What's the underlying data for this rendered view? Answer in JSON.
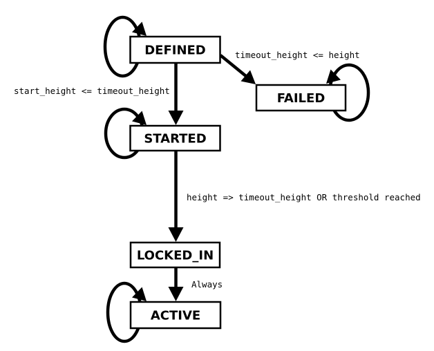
{
  "diagram": {
    "type": "state-machine",
    "background_color": "#ffffff",
    "stroke_color": "#000000",
    "state_fill_color": "#ffffff",
    "states": [
      {
        "label": "DEFINED",
        "self_loop": true
      },
      {
        "label": "FAILED",
        "self_loop": true
      },
      {
        "label": "STARTED",
        "self_loop": true
      },
      {
        "label": "LOCKED_IN",
        "self_loop": false
      },
      {
        "label": "ACTIVE",
        "self_loop": true
      }
    ],
    "transitions": [
      {
        "from": "DEFINED",
        "to": "FAILED",
        "label": "timeout_height <= height"
      },
      {
        "from": "DEFINED",
        "to": "STARTED",
        "label": "start_height <= timeout_height"
      },
      {
        "from": "STARTED",
        "to": "LOCKED_IN",
        "label": "height => timeout_height OR threshold reached"
      },
      {
        "from": "LOCKED_IN",
        "to": "ACTIVE",
        "label": "Always"
      },
      {
        "from": "DEFINED",
        "to": "DEFINED",
        "label": ""
      },
      {
        "from": "FAILED",
        "to": "FAILED",
        "label": ""
      },
      {
        "from": "STARTED",
        "to": "STARTED",
        "label": ""
      },
      {
        "from": "ACTIVE",
        "to": "ACTIVE",
        "label": ""
      }
    ]
  }
}
